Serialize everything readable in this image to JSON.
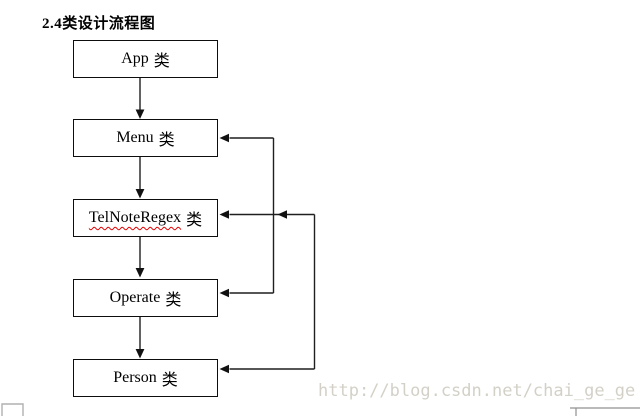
{
  "title": "2.4类设计流程图",
  "diagram": {
    "boxes": [
      {
        "name": "App",
        "suffix": "类"
      },
      {
        "name": "Menu",
        "suffix": "类"
      },
      {
        "name": "TelNoteRegex",
        "suffix": "类"
      },
      {
        "name": "Operate",
        "suffix": "类"
      },
      {
        "name": "Person",
        "suffix": "类"
      }
    ],
    "flow_down": [
      "App类 → Menu类",
      "Menu类 → TelNoteRegex类",
      "TelNoteRegex类 → Operate类",
      "Operate类 → Person类"
    ],
    "flow_back": [
      "→ Menu类",
      "→ TelNoteRegex类",
      "→ Operate类",
      "→ Person类"
    ]
  },
  "watermark": "http://blog.csdn.net/chai_ge_ge",
  "colors": {
    "line": "#1f1f1f",
    "box_border": "#0d0d0d",
    "spellcheck_underline": "#e00000",
    "watermark_text": "#d3d1c7"
  }
}
